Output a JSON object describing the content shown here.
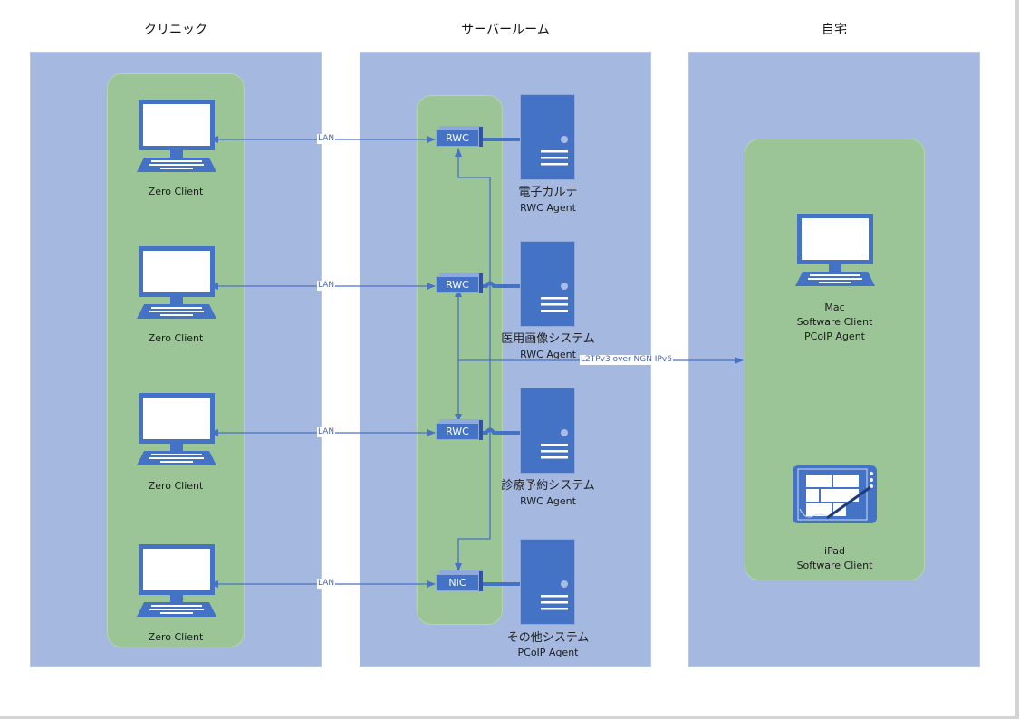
{
  "zones": [
    {
      "id": "clinic",
      "title": "クリニック"
    },
    {
      "id": "server_room",
      "title": "サーバールーム"
    },
    {
      "id": "home",
      "title": "自宅"
    }
  ],
  "clinic": {
    "clients": [
      {
        "label": "Zero Client"
      },
      {
        "label": "Zero Client"
      },
      {
        "label": "Zero Client"
      },
      {
        "label": "Zero Client"
      }
    ]
  },
  "server_room": {
    "cards": [
      {
        "label": "RWC"
      },
      {
        "label": "RWC"
      },
      {
        "label": "RWC"
      },
      {
        "label": "NIC"
      }
    ],
    "servers": [
      {
        "name": "電子カルテ",
        "agent": "RWC Agent"
      },
      {
        "name": "医用画像システム",
        "agent": "RWC Agent"
      },
      {
        "name": "診療予約システム",
        "agent": "RWC Agent"
      },
      {
        "name": "その他システム",
        "agent": "PCoIP Agent"
      }
    ]
  },
  "home": {
    "mac": {
      "line1": "Mac",
      "line2": "Software Client",
      "line3": "PCoIP  Agent"
    },
    "ipad": {
      "line1": "iPad",
      "line2": "Software Client"
    }
  },
  "links": {
    "lan_label": "LAN",
    "wan_label": "L2TPv3 over NGN IPv6"
  },
  "colors": {
    "zone_fill": "#a4b8e0",
    "group_fill": "#9bc597",
    "device_blue": "#4472c4",
    "line_blue": "#4a72c4"
  }
}
